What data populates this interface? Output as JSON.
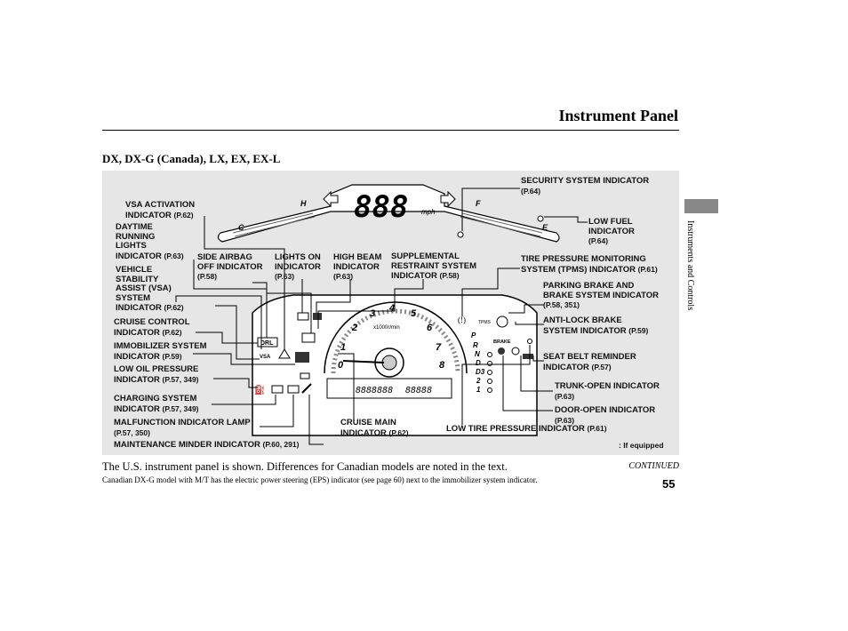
{
  "header": {
    "title": "Instrument Panel"
  },
  "subheading": "DX, DX-G (Canada), LX, EX, EX-L",
  "side_tab": {
    "text": "Instruments and Controls"
  },
  "gauge": {
    "speed_digits": "888",
    "speed_unit": "mph",
    "odometer": "8888888",
    "trip": "88888",
    "temp_high": "H",
    "temp_cold": "C",
    "fuel_full": "F",
    "fuel_empty": "E",
    "rpm_unit": "x1000r/min",
    "gears": [
      "P",
      "R",
      "N",
      "D",
      "D3",
      "2",
      "1"
    ],
    "tpms": "TPMS",
    "brake": "BRAKE",
    "drl": "DRL",
    "vsa": "VSA",
    "tacho_numbers": [
      "0",
      "1",
      "2",
      "3",
      "4",
      "5",
      "6",
      "7",
      "8"
    ]
  },
  "labels": {
    "vsa_activation": {
      "text": "VSA ACTIVATION",
      "line2": "INDICATOR",
      "ref": "(P.62)"
    },
    "drl": {
      "l1": "DAYTIME",
      "l2": "RUNNING",
      "l3": "LIGHTS",
      "l4": "INDICATOR",
      "ref": "(P.63)"
    },
    "vsa_system": {
      "l1": "VEHICLE",
      "l2": "STABILITY",
      "l3": "ASSIST (VSA)",
      "l4": "SYSTEM",
      "l5": "INDICATOR",
      "ref": "(P.62)"
    },
    "side_airbag": {
      "l1": "SIDE AIRBAG",
      "l2": "OFF INDICATOR",
      "ref": "(P.58)"
    },
    "lights_on": {
      "l1": "LIGHTS ON",
      "l2": "INDICATOR",
      "ref": "(P.63)"
    },
    "high_beam": {
      "l1": "HIGH BEAM",
      "l2": "INDICATOR",
      "ref": "(P.63)"
    },
    "srs": {
      "l1": "SUPPLEMENTAL",
      "l2": "RESTRAINT SYSTEM",
      "l3": "INDICATOR",
      "ref": "(P.58)"
    },
    "security": {
      "l1": "SECURITY SYSTEM INDICATOR",
      "ref": "(P.64)"
    },
    "low_fuel": {
      "l1": "LOW FUEL",
      "l2": "INDICATOR",
      "ref": "(P.64)"
    },
    "tpms": {
      "l1": "TIRE PRESSURE MONITORING",
      "l2": "SYSTEM (TPMS) INDICATOR",
      "ref": "(P.61)"
    },
    "parking_brake": {
      "l1": "PARKING BRAKE AND",
      "l2": "BRAKE SYSTEM INDICATOR",
      "ref": "(P.58, 351)"
    },
    "abs": {
      "l1": "ANTI-LOCK BRAKE",
      "l2": "SYSTEM INDICATOR",
      "ref": "(P.59)"
    },
    "seat_belt": {
      "l1": "SEAT BELT REMINDER",
      "l2": "INDICATOR",
      "ref": "(P.57)"
    },
    "trunk": {
      "l1": "TRUNK-OPEN INDICATOR",
      "ref": "(P.63)"
    },
    "door": {
      "l1": "DOOR-OPEN INDICATOR",
      "ref": "(P.63)"
    },
    "low_tire": {
      "l1": "LOW TIRE PRESSURE INDICATOR",
      "ref": "(P.61)"
    },
    "cruise_control": {
      "l1": "CRUISE CONTROL",
      "l2": "INDICATOR",
      "ref": "(P.62)"
    },
    "immobilizer": {
      "l1": "IMMOBILIZER SYSTEM",
      "l2": "INDICATOR",
      "ref": "(P.59)"
    },
    "low_oil": {
      "l1": "LOW OIL PRESSURE",
      "l2": "INDICATOR",
      "ref": "(P.57, 349)"
    },
    "charging": {
      "l1": "CHARGING SYSTEM",
      "l2": "INDICATOR",
      "ref": "(P.57, 349)"
    },
    "malfunction": {
      "l1": "MALFUNCTION INDICATOR LAMP",
      "ref": "(P.57, 350)"
    },
    "maintenance": {
      "l1": "MAINTENANCE MINDER INDICATOR",
      "ref": "(P.60, 291)"
    },
    "cruise_main": {
      "l1": "CRUISE MAIN",
      "l2": "INDICATOR",
      "ref": "(P.62)"
    },
    "if_equipped": ": If equipped"
  },
  "caption": "The U.S. instrument panel is shown. Differences for Canadian models are noted in the text.",
  "continued": "CONTINUED",
  "footnote": "Canadian DX-G model with M/T has the electric power steering (EPS) indicator (see page 60) next to the immobilizer system indicator.",
  "page_number": "55"
}
